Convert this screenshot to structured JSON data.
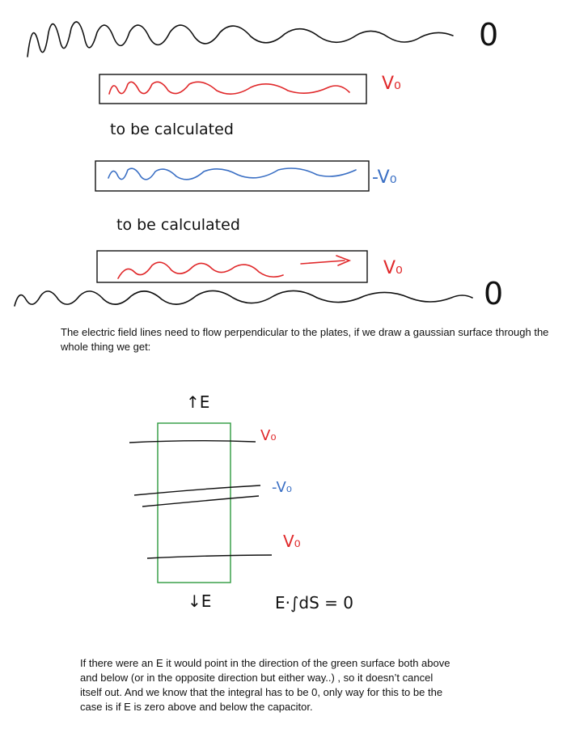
{
  "labels": {
    "top_plate_potential": "V₀",
    "middle_plate_potential": "-V₀",
    "bottom_plate_potential": "V₀",
    "annotation_1": "to be calculated",
    "annotation_2": "to be calculated",
    "top_ground": "0",
    "bottom_ground": "0",
    "field_up": "↑E",
    "field_down": "↓E",
    "diagram_line_1": "V₀",
    "diagram_line_2": "-V₀",
    "diagram_line_3": "V₀",
    "gauss_equation": "E·∫dS = 0"
  },
  "text": {
    "paragraph_1": "The electric field lines need to flow perpendicular to the plates, if we draw a gaussian surface through the whole thing we get:",
    "paragraph_2": "If there were an E it would point in the direction of the green surface both above and below (or in the opposite direction but either way..) , so it doesn’t cancel itself out. And we know that the integral has to be 0, only way for this to be the case is if E is zero above and below the capacitor."
  },
  "colors": {
    "ink": "#111111",
    "red": "#e0282a",
    "blue": "#3a6fc4",
    "green": "#2e9a3e"
  }
}
